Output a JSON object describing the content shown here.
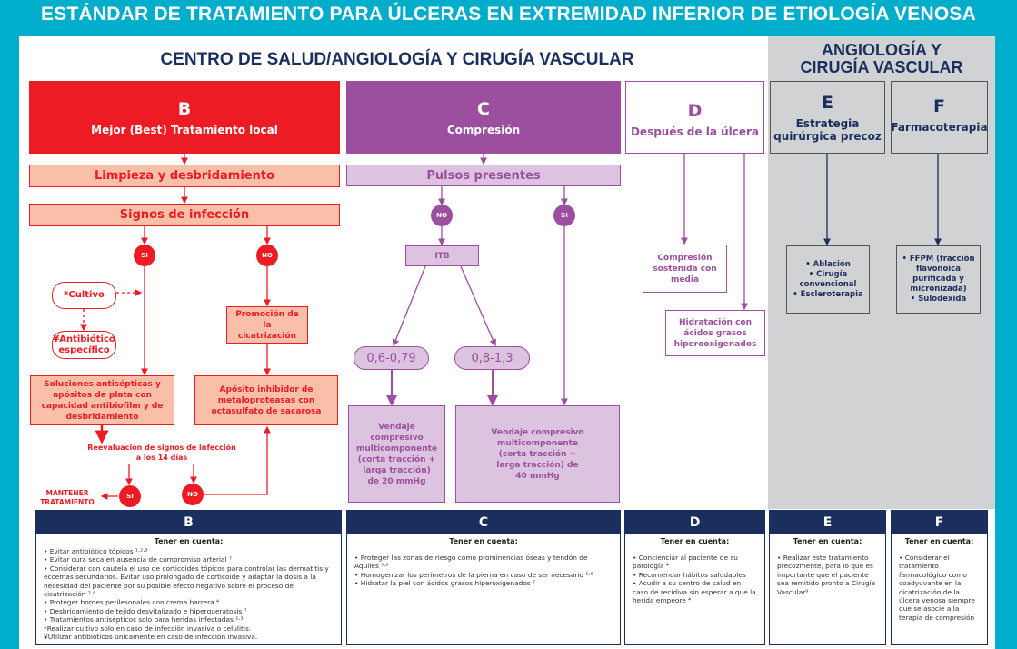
{
  "title": "ESTÁNDAR DE TRATAMIENTO PARA ÚLCERAS EN EXTREMIDAD INFERIOR DE ETIOLOGÍA VENOSA",
  "sections": {
    "primary": "CENTRO DE SALUD/ANGIOLOGÍA Y CIRUGÍA VASCULAR",
    "specialist_line1": "ANGIOLOGÍA Y",
    "specialist_line2": "CIRUGÍA VASCULAR"
  },
  "colors": {
    "background": "#00aecb",
    "navy": "#1b2f5e",
    "red": "#ed1c24",
    "salmon": "#f9bfa9",
    "purple": "#9b4f9e",
    "lilac": "#dcc3df",
    "gray": "#d1d2d4"
  },
  "B": {
    "letter": "B",
    "label": "Mejor (Best) Tratamiento local",
    "step1": "Limpieza y desbridamiento",
    "step2": "Signos de infección",
    "si": "SI",
    "no": "NO",
    "cultivo": "*Cultivo",
    "antibiotico": "¥Antibiótico específico",
    "promocion": "Promoción de la cicatrización",
    "soluciones": "Soluciones antisépticas y apósitos de plata con capacidad antibiofilm y de desbridamiento",
    "aposito": "Apósito inhibidor de metaloproteasas con octasulfato de sacarosa",
    "reevaluacion_1": "Reevaluación de signos de infección",
    "reevaluacion_2": "a los 14 días",
    "mantener": "MANTENER TRATAMIENTO"
  },
  "C": {
    "letter": "C",
    "label": "Compresión",
    "step1": "Pulsos presentes",
    "no": "NO",
    "si": "SI",
    "itb": "ITB",
    "range1": "0,6-0,79",
    "range2": "0,8-1,3",
    "vendaje20": "Vendaje compresivo multicomponente (corta tracción + larga tracción) de 20 mmHg",
    "vendaje40": "Vendaje compresivo multicomponente (corta tracción + larga tracción) de 40 mmHg"
  },
  "D": {
    "letter": "D",
    "label": "Después de la úlcera",
    "compresion": "Compresión sostenida con media",
    "hidratacion": "Hidratación con ácidos grasos hiperooxigenados"
  },
  "E": {
    "letter": "E",
    "label": "Estrategia quirúrgica precoz",
    "items": [
      "• Ablación",
      "• Cirugía convencional",
      "• Escleroterapia"
    ]
  },
  "F": {
    "letter": "F",
    "label": "Farmacoterapia",
    "items": [
      "• FFPM (fracción flavonoica purificada y micronizada)",
      "• Sulodexida"
    ]
  },
  "notes": {
    "heading": "Tener en cuenta:",
    "B": [
      "Evitar antibiótico tópicos ¹·²·³",
      "Evitar cura seca en ausencia de compromiso arterial ⁷",
      "Considerar con cautela el uso de corticoides tópicos para controlar las dermatitis y eccemas secundarios. Evitar uso prolongado de corticoide y adaptar la dosis a la necesidad del paciente por su posible efecto negativo sobre el proceso de cicatrización ⁷·⁸",
      "Proteger bordes perilesonales con crema barrera ⁴",
      "Desbridamiento de tejido desvitalizado e hiperqueratosis ⁷",
      "Tratamientos antisépticos solo para heridas infectadas ²·³"
    ],
    "B_footnotes": [
      "*Realizar cultivo solo en caso de infección invasiva o celulitis.",
      "¥Utilizar antibióticos únicamente en caso de infección invasiva."
    ],
    "C": [
      "Proteger las zonas de riesgo como prominencias óseas y tendón de Aquiles ⁵·⁶",
      "Homogenizar los perímetros de la pierna en caso de ser necesario ⁵·⁶",
      "Hidratar la piel con ácidos grasos hiperoxigenados ⁷"
    ],
    "D": [
      "Concienciar al paciente de su patología ⁴",
      "Recomendar hábitos saludables",
      "Acudir a su centro de salud en caso de recidiva sin esperar a que la herida empeore ⁴"
    ],
    "E": [
      "Realizar este tratamiento precozmente, para lo que es importante que el paciente sea remitido pronto a Cirugía Vascular⁹"
    ],
    "F": [
      "Considerar el tratamiento farmacológico como coadyuvante en la cicatrización de la úlcera venosa siempre que se asocie a la terapia de compresión"
    ]
  }
}
